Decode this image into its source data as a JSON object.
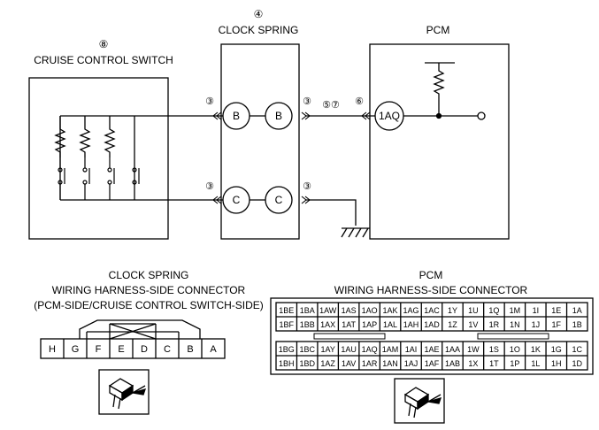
{
  "top": {
    "clock_spring": {
      "num": "④",
      "title": "CLOCK SPRING",
      "left_pins": [
        "B",
        "C"
      ],
      "right_pins": [
        "B",
        "C"
      ]
    },
    "cruise_switch": {
      "num": "⑧",
      "title": "CRUISE CONTROL SWITCH"
    },
    "pcm": {
      "title": "PCM",
      "pin": "1AQ"
    },
    "wire_refs": {
      "a": "③",
      "b": "③",
      "c": "③",
      "d": "③",
      "e": "⑤⑦",
      "f": "⑥"
    }
  },
  "bottom": {
    "clock_conn": {
      "title1": "CLOCK SPRING",
      "title2": "WIRING HARNESS-SIDE CONNECTOR",
      "title3": "(PCM-SIDE/CRUISE CONTROL SWITCH-SIDE)",
      "pins": [
        "H",
        "G",
        "F",
        "E",
        "D",
        "C",
        "B",
        "A"
      ]
    },
    "pcm_conn": {
      "title1": "PCM",
      "title2": "WIRING HARNESS-SIDE CONNECTOR",
      "rows": [
        [
          "1BE",
          "1BA",
          "1AW",
          "1AS",
          "1AO",
          "1AK",
          "1AG",
          "1AC",
          "1Y",
          "1U",
          "1Q",
          "1M",
          "1I",
          "1E",
          "1A"
        ],
        [
          "1BF",
          "1BB",
          "1AX",
          "1AT",
          "1AP",
          "1AL",
          "1AH",
          "1AD",
          "1Z",
          "1V",
          "1R",
          "1N",
          "1J",
          "1F",
          "1B"
        ],
        [
          "1BG",
          "1BC",
          "1AY",
          "1AU",
          "1AQ",
          "1AM",
          "1AI",
          "1AE",
          "1AA",
          "1W",
          "1S",
          "1O",
          "1K",
          "1G",
          "1C"
        ],
        [
          "1BH",
          "1BD",
          "1AZ",
          "1AV",
          "1AR",
          "1AN",
          "1AJ",
          "1AF",
          "1AB",
          "1X",
          "1T",
          "1P",
          "1L",
          "1H",
          "1D"
        ]
      ]
    }
  }
}
